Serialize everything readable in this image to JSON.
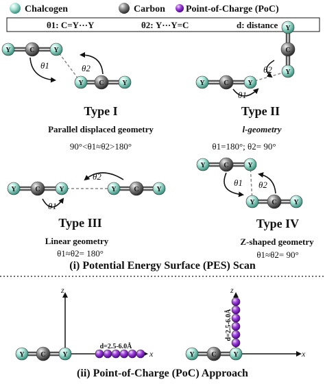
{
  "legend": {
    "chalcogen_label": "Chalcogen",
    "carbon_label": "Carbon",
    "poc_label": "Point-of-Charge (PoC)",
    "theta1_def": "θ1: C=Y···Y",
    "theta2_def": "θ2: Y···Y=C",
    "distance_def": "d: distance"
  },
  "atom_label": "Y",
  "carbon_text": "C",
  "theta1": "θ1",
  "theta2": "θ2",
  "types": {
    "type1": {
      "title": "Type I",
      "geometry": "Parallel displaced geometry",
      "condition": "90°<θ1≈θ2>180°"
    },
    "type2": {
      "title": "Type II",
      "geometry": "l-geometry",
      "condition": "θ1=180°; θ2= 90°"
    },
    "type3": {
      "title": "Type III",
      "geometry": "Linear geometry",
      "condition": "θ1≈θ2= 180°"
    },
    "type4": {
      "title": "Type IV",
      "geometry": "Z-shaped geometry",
      "condition": "θ1≈θ2= 90°"
    }
  },
  "section1_title": "(i) Potential Energy Surface (PES) Scan",
  "section2_title": "(ii) Point-of-Charge (PoC) Approach",
  "axis_x": "x",
  "axis_z": "z",
  "distance_label": "d=2.5-6.0Å",
  "colors": {
    "chalcogen": "#8fd8c6",
    "carbon": "#7a7a7a",
    "poc": "#9a35d8"
  }
}
